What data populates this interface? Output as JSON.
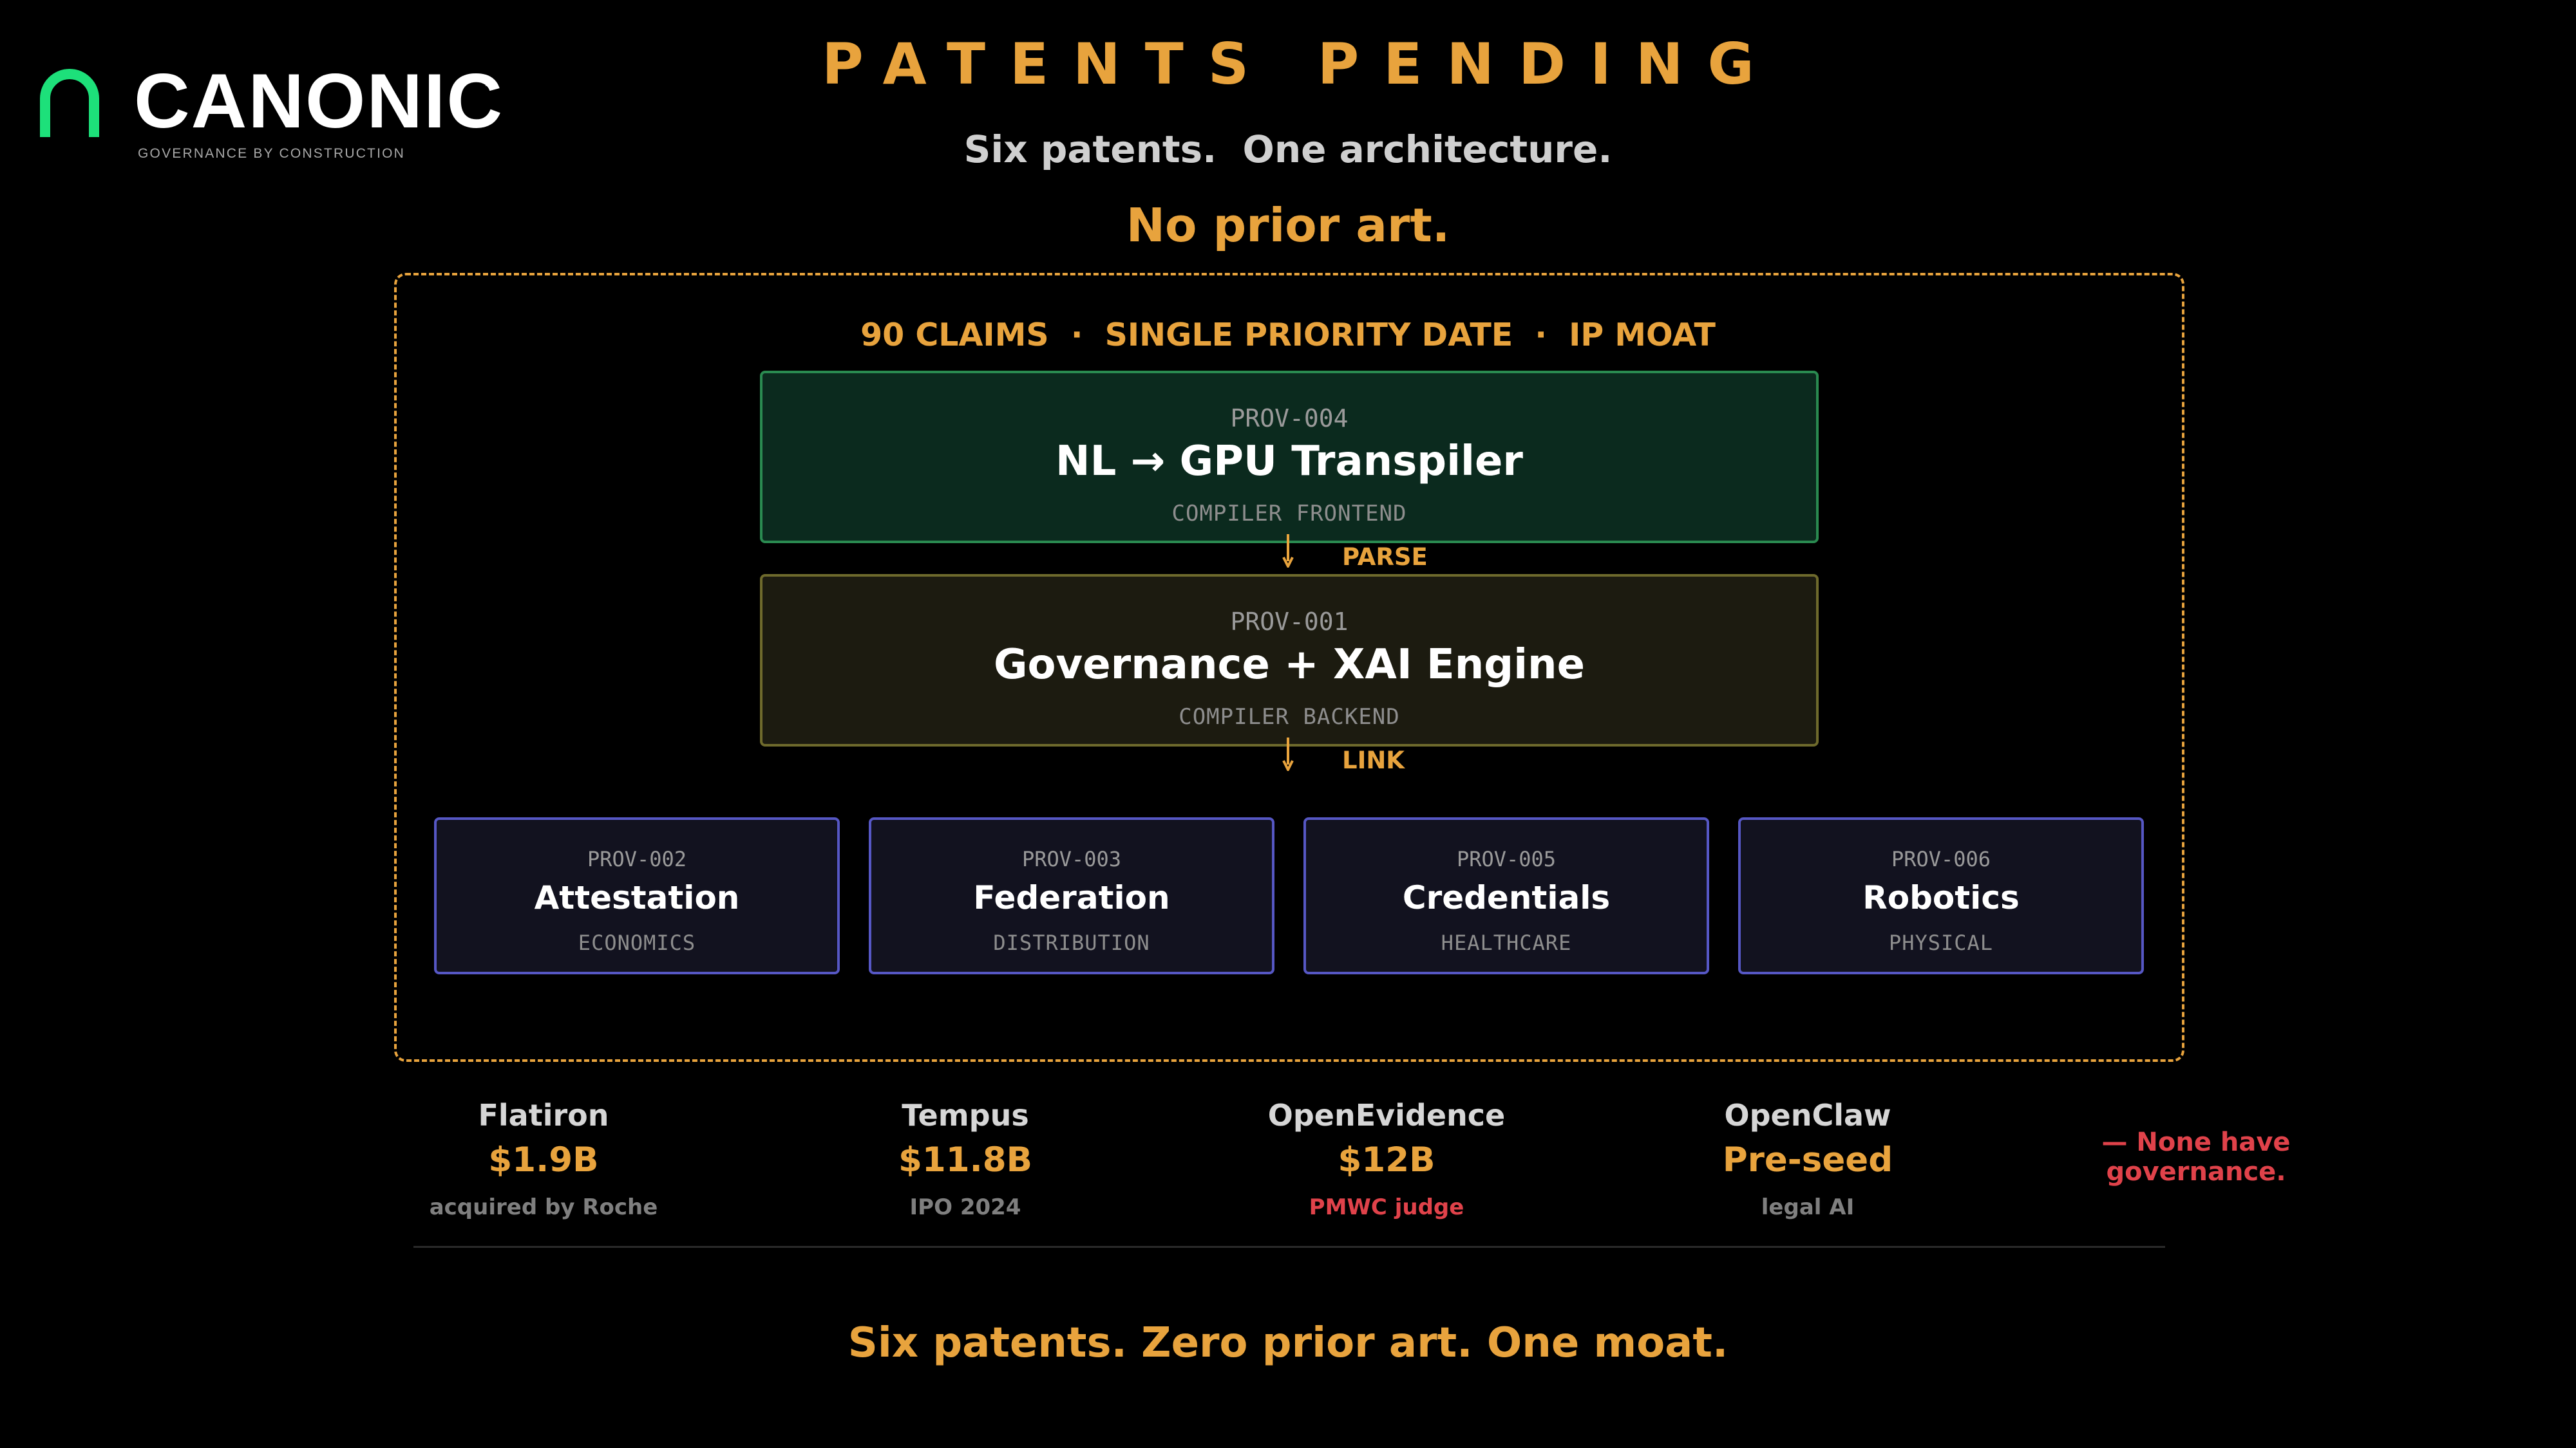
{
  "brand": {
    "name": "CANONIC",
    "trademark": "™",
    "tagline": "GOVERNANCE BY CONSTRUCTION",
    "accent_color": "#1de07a",
    "logo_icon": "arch-icon"
  },
  "header": {
    "title": "PATENTS PENDING",
    "subtitle": "Six patents.  One architecture.",
    "highlight": "No prior art."
  },
  "diagram": {
    "claims_line": "90 CLAIMS  ·  SINGLE PRIORITY DATE  ·  IP MOAT",
    "primary": [
      {
        "code": "PROV-004",
        "name": "NL → GPU Transpiler",
        "sub": "COMPILER FRONTEND"
      },
      {
        "code": "PROV-001",
        "name": "Governance + XAI Engine",
        "sub": "COMPILER BACKEND"
      }
    ],
    "edges": [
      "PARSE",
      "LINK"
    ],
    "modules": [
      {
        "code": "PROV-002",
        "name": "Attestation",
        "sub": "ECONOMICS"
      },
      {
        "code": "PROV-003",
        "name": "Federation",
        "sub": "DISTRIBUTION"
      },
      {
        "code": "PROV-005",
        "name": "Credentials",
        "sub": "HEALTHCARE"
      },
      {
        "code": "PROV-006",
        "name": "Robotics",
        "sub": "PHYSICAL"
      }
    ]
  },
  "competitors": [
    {
      "name": "Flatiron",
      "value": "$1.9B",
      "note": "acquired by Roche"
    },
    {
      "name": "Tempus",
      "value": "$11.8B",
      "note": "IPO 2024"
    },
    {
      "name": "OpenEvidence",
      "value": "$12B",
      "note": "PMWC judge"
    },
    {
      "name": "OpenClaw",
      "value": "Pre-seed",
      "note": "legal AI"
    }
  ],
  "competitor_verdict": "— None have governance.",
  "footer": "Six patents. Zero prior art. One moat.",
  "colors": {
    "gold": "#e8a33d",
    "red": "#e0424a",
    "green_border": "#2a8a50",
    "olive_border": "#6e6a2c",
    "blue_border": "#5657c4"
  }
}
